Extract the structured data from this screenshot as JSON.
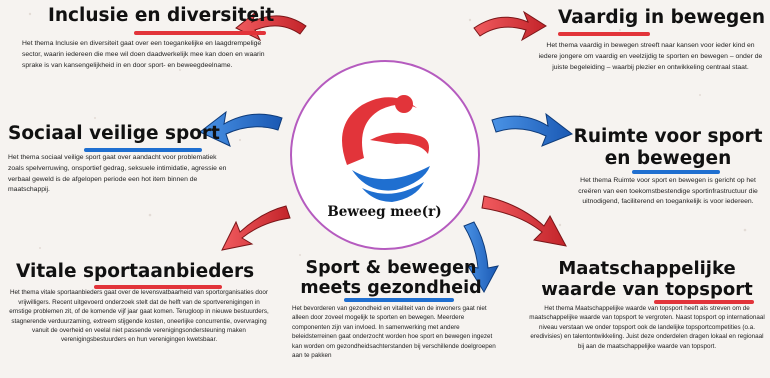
{
  "center": {
    "brand_text": "Beweeg mee(r)",
    "colors": {
      "red": "#e2343a",
      "blue": "#1f6fd0",
      "ring": "#b55bbf"
    }
  },
  "themes": [
    {
      "id": "inclusie",
      "title_lines": [
        "Inclusie en diversiteit"
      ],
      "underline_color": "#e2343a",
      "description": "Het thema Inclusie en diversiteit gaat over een toegankelijke en laagdrempelige sector, waarin iedereen die mee wil doen daadwerkelijk mee kan doen en waarin sprake is van kansengelijkheid in en door sport- en beweegdeelname."
    },
    {
      "id": "vaardig",
      "title_lines": [
        "Vaardig in bewegen"
      ],
      "underline_color": "#e2343a",
      "description": "Het thema vaardig in bewegen streeft naar kansen voor ieder kind en iedere jongere om vaardig en veelzijdig te sporten en bewegen – onder de juiste begeleiding – waarbij plezier en ontwikkeling centraal staat."
    },
    {
      "id": "sociaal",
      "title_lines": [
        "Sociaal veilige sport"
      ],
      "underline_color": "#1f6fd0",
      "description": "Het thema sociaal veilige sport gaat over aandacht voor problematiek zoals spelverruwing, onsportief gedrag, seksuele intimidatie, agressie en verbaal geweld is de afgelopen periode een hot item binnen de maatschappij."
    },
    {
      "id": "ruimte",
      "title_lines": [
        "Ruimte voor sport",
        "en bewegen"
      ],
      "underline_color": "#1f6fd0",
      "description": "Het thema Ruimte voor sport en bewegen is gericht op het creëren van een toekomstbestendige sportinfrastructuur die uitnodigend, faciliterend en toegankelijk is voor iedereen."
    },
    {
      "id": "vitale",
      "title_lines": [
        "Vitale sportaanbieders"
      ],
      "underline_color": "#e2343a",
      "description": "Het thema vitale sportaanbieders gaat over de levensvatbaarheid van sportorganisaties door vrijwilligers. Recent uitgevoerd onderzoek stelt dat de helft van de sportverenigingen in ernstige problemen zit, of de komende vijf jaar gaat komen. Terugloop in nieuwe bestuurders, stagnerende verduurzaming, extreem stijgende kosten, oneerlijke concurrentie, overvraging vanuit de overheid en veelal niet passende verenigingsondersteuning maken verenigingsbestuurders en hun verenigingen kwetsbaar."
    },
    {
      "id": "gezondheid",
      "title_lines": [
        "Sport & bewegen",
        "meets gezondheid"
      ],
      "underline_color": "#1f6fd0",
      "description": "Het bevorderen van gezondheid en vitaliteit van de inwoners gaat niet alleen door zoveel mogelijk te sporten en bewegen. Meerdere componenten zijn van invloed. In samenwerking met andere beleidsterreinen gaat onderzocht worden hoe sport en bewegen ingezet kan worden om gezondheidsachterstanden bij verschillende doelgroepen aan te pakken"
    },
    {
      "id": "maatschappelijk",
      "title_lines": [
        "Maatschappelijke",
        "waarde van topsport"
      ],
      "underline_color": "#e2343a",
      "description": "Het thema Maatschappelijke waarde van topsport heeft als streven om de maatschappelijke waarde van topsport te vergroten. Naast topsport op internationaal niveau verstaan we onder topsport ook de landelijke topsportcompetities (o.a. eredivisies) en talentontwikkeling. Juist deze onderdelen dragen lokaal en regionaal bij aan de maatschappelijke waarde van topsport."
    }
  ]
}
